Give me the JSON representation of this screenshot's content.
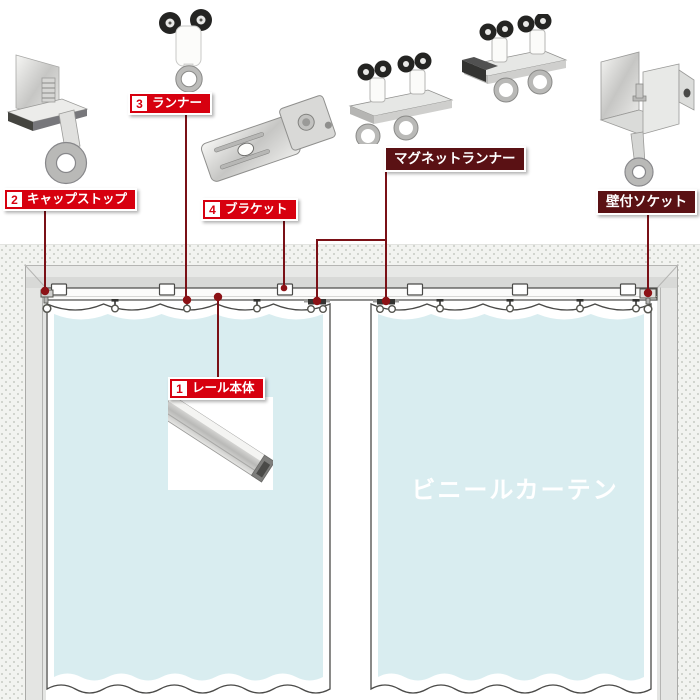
{
  "labels": {
    "rail": {
      "number": "1",
      "text": "レール本体"
    },
    "cap_stop": {
      "number": "2",
      "text": "キャップストップ"
    },
    "runner": {
      "number": "3",
      "text": "ランナー"
    },
    "bracket": {
      "number": "4",
      "text": "ブラケット"
    },
    "magnet_runner": {
      "text": "マグネットランナー"
    },
    "wall_socket": {
      "text": "壁付ソケット"
    }
  },
  "curtain": {
    "text": "ビニールカーテン"
  },
  "images": {
    "cap_stop_photo": "cap-stop-product-photo",
    "runner_photo": "runner-product-photo",
    "bracket_photo": "bracket-product-photo",
    "magnet_runner_photo": "magnet-runner-products-photo",
    "wall_socket_photo": "wall-socket-product-photo",
    "rail_photo": "rail-product-photo"
  },
  "colors": {
    "label_red": "#d7000f",
    "label_dark": "#5a1114",
    "connector": "#7a1016",
    "curtain_blue": "#d9edf0",
    "wall_dot": "#c7cac4",
    "frame_gray": "#e4e5e3"
  }
}
